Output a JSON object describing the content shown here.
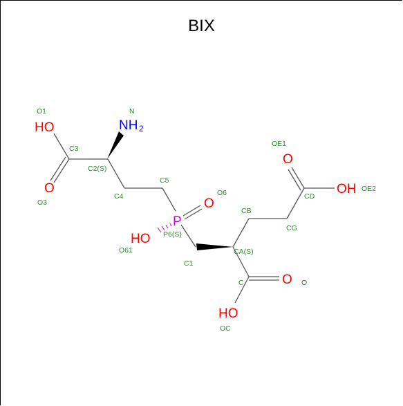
{
  "title": "BIX",
  "colors": {
    "bond": "#555555",
    "oxygen": "#ff0000",
    "nitrogen": "#0000ff",
    "phosphorus": "#cc00cc",
    "label": "#2e8b2e",
    "frame": "#000000"
  },
  "atoms": {
    "ho_top": "HO",
    "o_left": "O",
    "nh2_main": "NH",
    "nh2_sub": "2",
    "o_top_right": "O",
    "oh_right": "OH",
    "p": "P",
    "o_p": "O",
    "ho_p": "HO",
    "o_c": "O",
    "ho_bottom": "HO"
  },
  "labels": {
    "o1": "O1",
    "n": "N",
    "c3": "C3",
    "c2s": "C2(S)",
    "o3": "O3",
    "c4": "C4",
    "c5": "C5",
    "o6": "O6",
    "p6s": "P6(S)",
    "o61": "O61",
    "c1": "C1",
    "oe1": "OE1",
    "cd": "CD",
    "oe2": "OE2",
    "cb": "CB",
    "cg": "CG",
    "cas": "CA(S)",
    "c": "C",
    "o": "O",
    "oc": "OC"
  }
}
